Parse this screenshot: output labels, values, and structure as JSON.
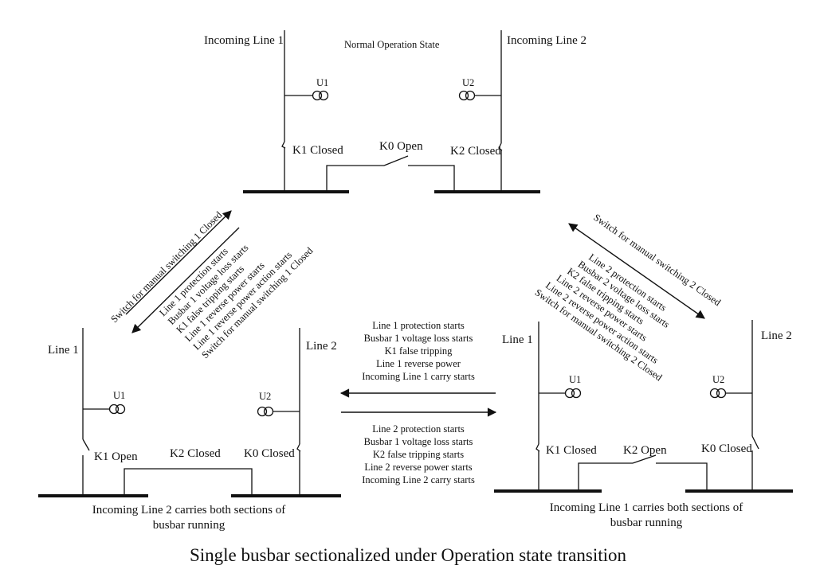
{
  "top": {
    "line1": "Incoming Line 1",
    "line2": "Incoming Line 2",
    "state": "Normal Operation State",
    "u1": "U1",
    "u2": "U2",
    "k1": "K1 Closed",
    "k0": "K0 Open",
    "k2": "K2 Closed"
  },
  "left": {
    "line1": "Line 1",
    "line2": "Line 2",
    "u1": "U1",
    "u2": "U2",
    "k1": "K1 Open",
    "k2": "K2 Closed",
    "k0": "K0 Closed",
    "caption": [
      "Incoming Line 2 carries both sections of",
      "busbar running"
    ]
  },
  "right": {
    "line1": "Line 1",
    "line2": "Line 2",
    "u1": "U1",
    "u2": "U2",
    "k1": "K1 Closed",
    "k2": "K2 Open",
    "k0": "K0 Closed",
    "caption": [
      "Incoming Line 1 carries both sections of",
      "busbar running"
    ]
  },
  "transitions": {
    "left_diag_top": "Switch for manual switching 1 Closed",
    "left_diag_list": [
      "Line 1 protection starts",
      "Busbar 1 voltage loss starts",
      "K1 false tripping starts",
      "Line 1 reverse power starts",
      "Line 1 reverse power action starts",
      "Switch for manual switching 1 Closed"
    ],
    "right_diag_top": "Switch for manual switching 2 Closed",
    "right_diag_list": [
      "Line 2 protection starts",
      "Busbar 2 voltage loss starts",
      "K2 false tripping starts",
      "Line 2 reverse power starts",
      "Line 2 reverse power action starts",
      "Switch for manual switching 2 Closed"
    ],
    "middle_upper": [
      "Line 1 protection starts",
      "Busbar 1 voltage loss starts",
      "K1 false tripping",
      "Line 1 reverse power",
      "Incoming Line 1 carry starts"
    ],
    "middle_lower": [
      "Line 2 protection starts",
      "Busbar 1 voltage loss starts",
      "K2 false tripping starts",
      "Line 2 reverse power starts",
      "Incoming Line 2 carry starts"
    ]
  },
  "title": "Single busbar sectionalized under Operation state transition"
}
